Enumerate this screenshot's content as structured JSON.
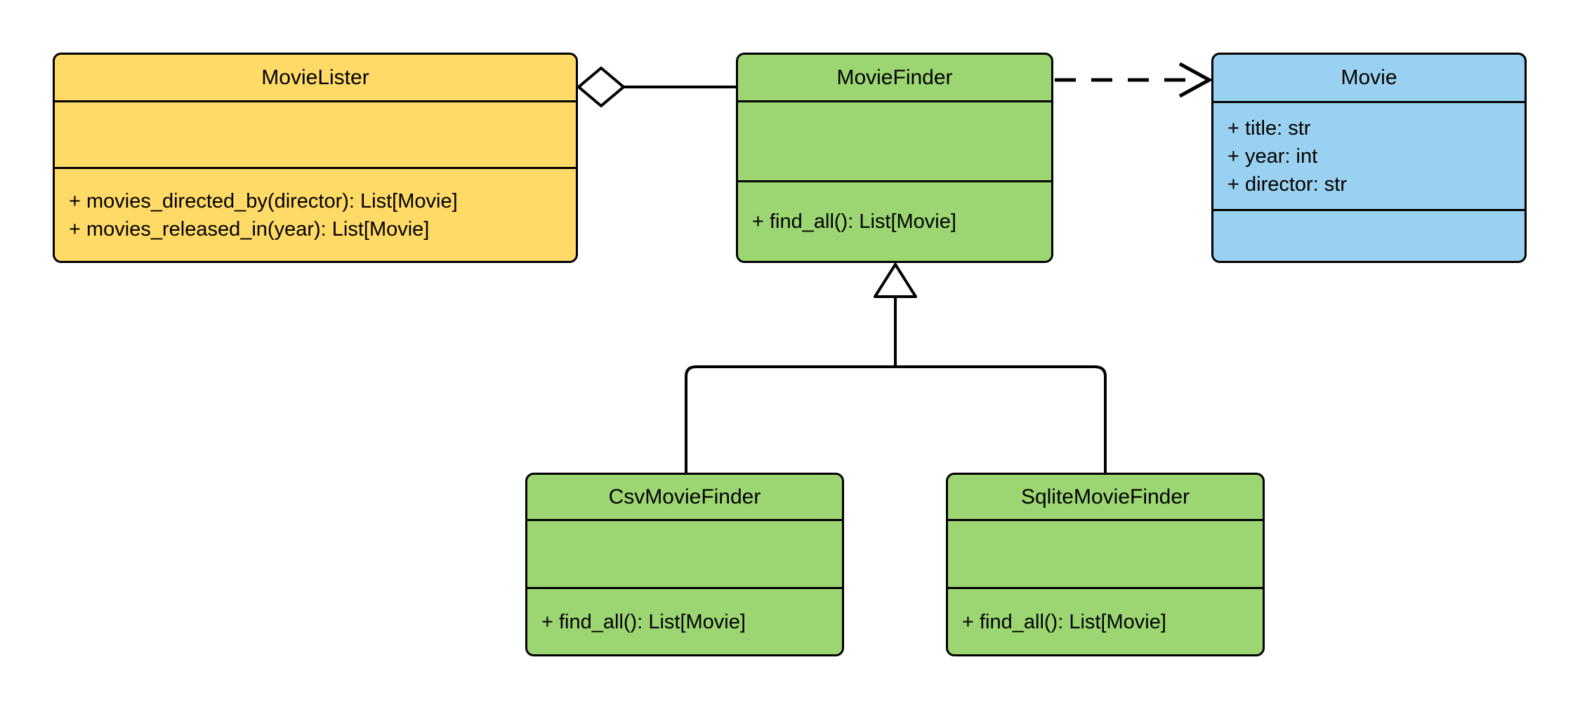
{
  "diagram_type": "uml-class-diagram",
  "classes": [
    {
      "name": "MovieLister",
      "attributes": [],
      "methods": [
        "+ movies_directed_by(director): List[Movie]",
        "+ movies_released_in(year): List[Movie]"
      ],
      "fill": "#FFDA66"
    },
    {
      "name": "MovieFinder",
      "attributes": [],
      "methods": [
        "+ find_all(): List[Movie]"
      ],
      "fill": "#9CD672"
    },
    {
      "name": "Movie",
      "attributes": [
        "+ title: str",
        "+ year: int",
        "+ director: str"
      ],
      "methods": [],
      "fill": "#9AD1F0"
    },
    {
      "name": "CsvMovieFinder",
      "attributes": [],
      "methods": [
        "+ find_all(): List[Movie]"
      ],
      "fill": "#9CD672"
    },
    {
      "name": "SqliteMovieFinder",
      "attributes": [],
      "methods": [
        "+ find_all(): List[Movie]"
      ],
      "fill": "#9CD672"
    }
  ],
  "relationships": [
    {
      "type": "aggregation",
      "from": "MovieLister",
      "to": "MovieFinder",
      "marker": "hollow-diamond",
      "line": "solid"
    },
    {
      "type": "dependency",
      "from": "MovieFinder",
      "to": "Movie",
      "marker": "open-arrow",
      "line": "dashed"
    },
    {
      "type": "inheritance",
      "from": "CsvMovieFinder",
      "to": "MovieFinder",
      "marker": "hollow-triangle",
      "line": "solid"
    },
    {
      "type": "inheritance",
      "from": "SqliteMovieFinder",
      "to": "MovieFinder",
      "marker": "hollow-triangle",
      "line": "solid"
    }
  ],
  "colors": {
    "class_yellow": "#FFDA66",
    "class_green": "#9CD672",
    "class_blue": "#9AD1F0",
    "stroke": "#000000",
    "background": "#FFFFFF"
  }
}
